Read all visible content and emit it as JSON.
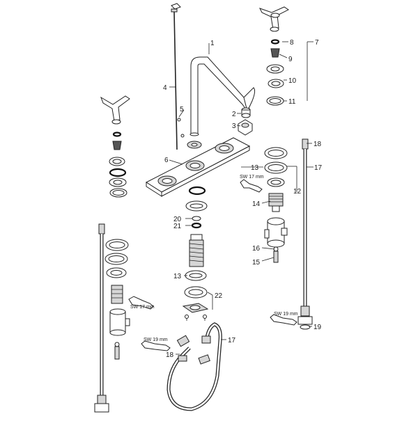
{
  "diagram": {
    "part_numbers": [
      "1",
      "2",
      "3",
      "4",
      "5",
      "6",
      "7",
      "8",
      "9",
      "10",
      "11",
      "12",
      "13",
      "13",
      "14",
      "15",
      "16",
      "17",
      "17",
      "18",
      "18",
      "19",
      "20",
      "21",
      "22"
    ],
    "labels": {
      "n1": "1",
      "n2": "2",
      "n3": "3",
      "n4": "4",
      "n5": "5",
      "n6": "6",
      "n7": "7",
      "n8": "8",
      "n9": "9",
      "n10": "10",
      "n11": "11",
      "n12": "12",
      "n13a": "13",
      "n13b": "13",
      "n14": "14",
      "n15": "15",
      "n16": "16",
      "n17a": "17",
      "n17b": "17",
      "n18a": "18",
      "n18b": "18",
      "n19": "19",
      "n20": "20",
      "n21": "21",
      "n22": "22"
    },
    "wrench_labels": {
      "sw17_right": "SW 17 mm",
      "sw17_left": "SW 17 mm",
      "sw19_bottom": "SW 19 mm",
      "sw19_right": "SW 19 mm"
    }
  }
}
